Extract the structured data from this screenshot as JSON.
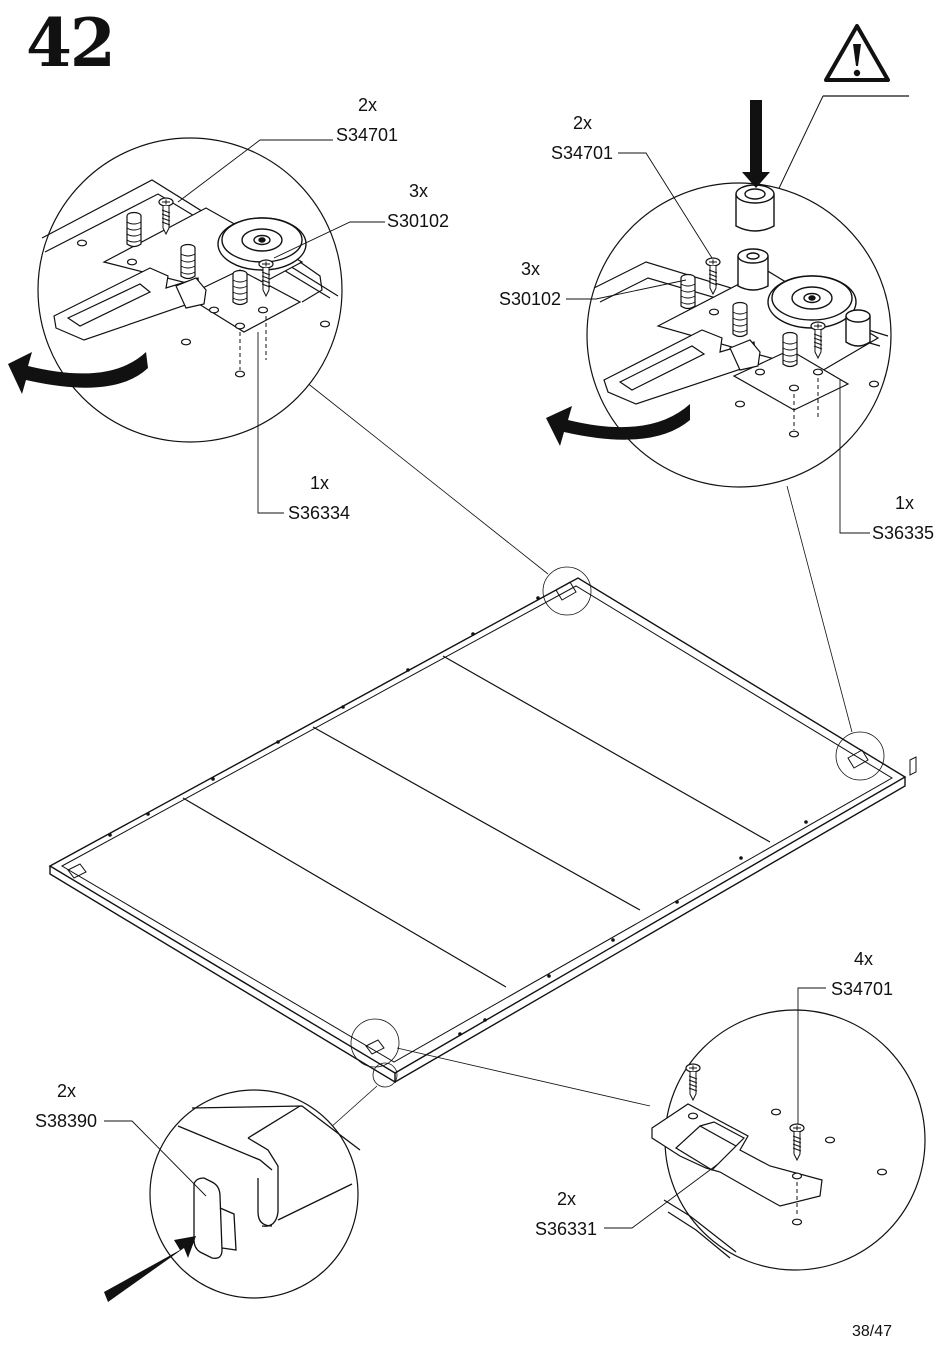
{
  "step": {
    "number": "42"
  },
  "callouts": {
    "left_top": [
      {
        "qty": "2x",
        "part": "S34701"
      },
      {
        "qty": "3x",
        "part": "S30102"
      },
      {
        "qty": "1x",
        "part": "S36334"
      }
    ],
    "right_top": [
      {
        "qty": "2x",
        "part": "S34701"
      },
      {
        "qty": "3x",
        "part": "S30102"
      },
      {
        "qty": "1x",
        "part": "S36335"
      }
    ],
    "bottom_right": [
      {
        "qty": "4x",
        "part": "S34701"
      },
      {
        "qty": "2x",
        "part": "S36331"
      }
    ],
    "bottom_left": [
      {
        "qty": "2x",
        "part": "S38390"
      }
    ]
  },
  "icons": {
    "warning": "warning-triangle-icon"
  },
  "footer": {
    "page": "38/47"
  }
}
